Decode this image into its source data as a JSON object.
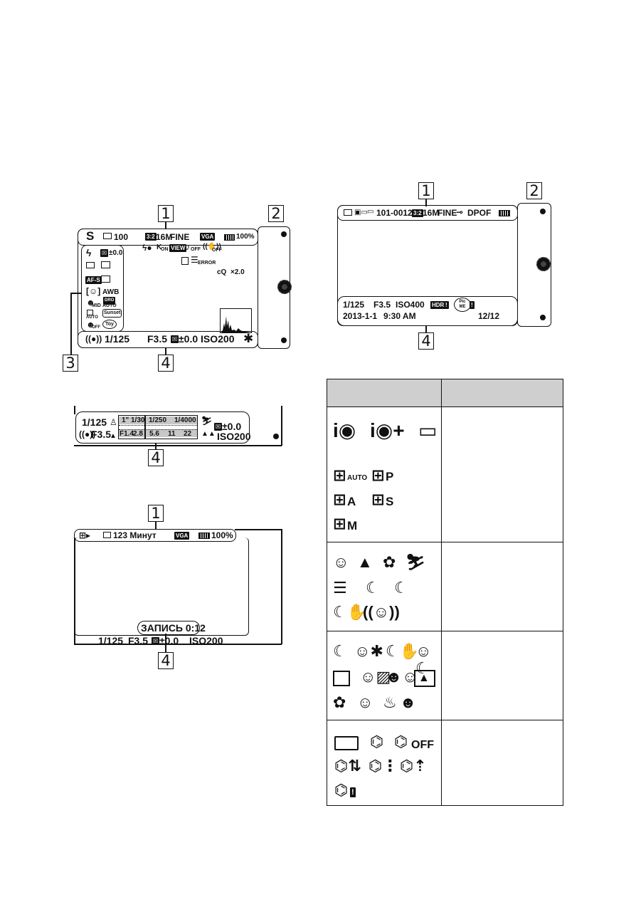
{
  "callouts": {
    "c1": "1",
    "c2": "2",
    "c3": "3",
    "c4": "4"
  },
  "shoot_screen": {
    "mode": "S",
    "shots_remaining": "100",
    "aspect": "3:2",
    "size": "16M",
    "quality": "FINE",
    "movie_format": "VGA",
    "battery": "100%",
    "flash_on": "ON",
    "view": "VIEW",
    "audio_off": "OFF",
    "steady_off": "OFF",
    "error": "ERROR",
    "zoom": "×2.0",
    "exposure_comp": "±0.0",
    "awb": "AWB",
    "dro": "DRO",
    "auto_label": "AUTO",
    "mid": "MID",
    "afs": "AF-S",
    "auto_small": "AUTO",
    "sunset": "Sunset",
    "off_small": "OFF",
    "toy": "Toy",
    "shutter": "1/125",
    "aperture": "F3.5",
    "ev_bottom": "±0.0",
    "iso": "ISO200",
    "ae_lock": "✱"
  },
  "scale_screen": {
    "shutter": "1/125",
    "aperture": "F3.5",
    "shutter_scale": [
      "1\"",
      "1/30",
      "1/250",
      "1/4000"
    ],
    "aperture_scale": [
      "F1.4",
      "2.8",
      "5.6",
      "11",
      "22"
    ],
    "ev": "±0.0",
    "iso": "ISO200"
  },
  "movie_screen": {
    "remaining": "123 Минут",
    "format": "VGA",
    "battery": "100%",
    "recording": "ЗАПИСЬ 0:12",
    "shutter": "1/125",
    "aperture": "F3.5",
    "ev": "±0.0",
    "iso": "ISO200"
  },
  "playback_screen": {
    "folder_file": "101-0012",
    "aspect": "3:2",
    "size": "16M",
    "quality": "FINE",
    "protect": "DPOF",
    "shutter": "1/125",
    "aperture": "F3.5",
    "iso": "ISO400",
    "hdr": "HDR",
    "pmf": "Pic ME",
    "date": "2013-1-1",
    "time": "9:30 AM",
    "index": "12/12"
  },
  "legend": {
    "row1_icons": [
      "i◉",
      "i◉+",
      "▭"
    ],
    "row1_movie": [
      "AUTO",
      "P",
      "A",
      "S",
      "M"
    ],
    "row2_icons": [
      "☺",
      "▲",
      "✿",
      "⛷",
      "☰",
      "☾",
      "☾✋",
      "((☺))"
    ],
    "row3_icons": [
      "☾",
      "☾✋",
      "☺☾",
      "☀",
      "☺",
      "▲",
      "✿",
      "☺",
      "♨",
      "☻"
    ],
    "row4_icons": [
      "OFF"
    ]
  },
  "colors": {
    "ink": "#111111",
    "header_fill": "#cfcfcf",
    "scale_fill": "#c8c8c8"
  }
}
